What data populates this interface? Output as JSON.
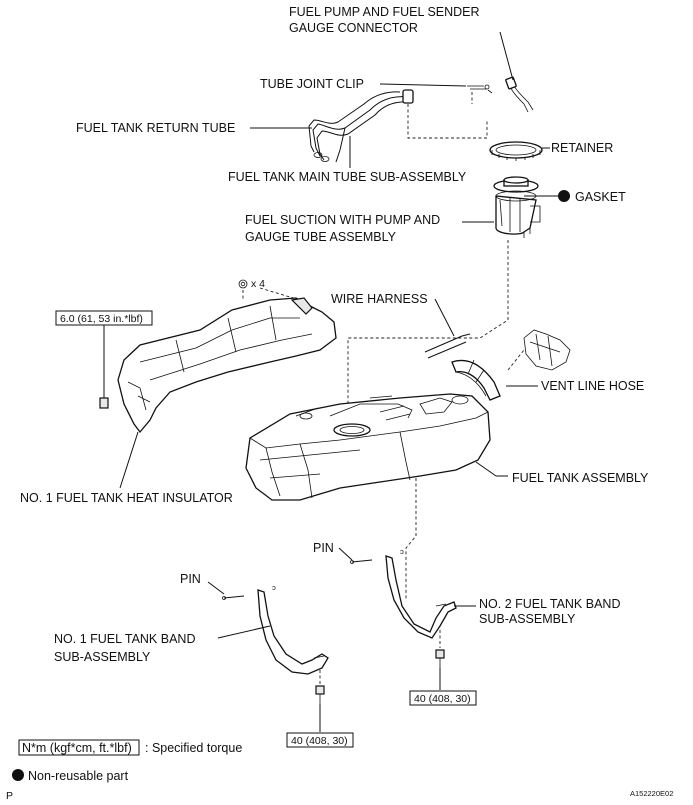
{
  "labels": {
    "fuel_pump_connector_l1": "FUEL PUMP AND FUEL SENDER",
    "fuel_pump_connector_l2": "GAUGE CONNECTOR",
    "tube_joint_clip": "TUBE JOINT CLIP",
    "fuel_tank_return_tube": "FUEL TANK RETURN TUBE",
    "retainer": "RETAINER",
    "fuel_tank_main_tube": "FUEL TANK MAIN TUBE SUB-ASSEMBLY",
    "gasket": "GASKET",
    "fuel_suction_l1": "FUEL SUCTION WITH PUMP AND",
    "fuel_suction_l2": "GAUGE TUBE ASSEMBLY",
    "bolt_count": "x 4",
    "wire_harness": "WIRE HARNESS",
    "vent_line_hose": "VENT LINE HOSE",
    "fuel_tank_assembly": "FUEL TANK ASSEMBLY",
    "heat_insulator": "NO. 1 FUEL TANK HEAT INSULATOR",
    "pin_right": "PIN",
    "pin_left": "PIN",
    "band2_l1": "NO. 2 FUEL TANK BAND",
    "band2_l2": "SUB-ASSEMBLY",
    "band1_l1": "NO. 1 FUEL TANK BAND",
    "band1_l2": "SUB-ASSEMBLY"
  },
  "torque": {
    "insulator": "6.0 (61, 53 in.*lbf)",
    "band2_bolt": "40 (408, 30)",
    "band1_bolt": "40 (408, 30)"
  },
  "legend": {
    "torque_unit": "N*m (kgf*cm, ft.*lbf)",
    "torque_desc": ": Specified torque",
    "non_reusable": "Non-reusable part"
  },
  "footer": {
    "page_letter": "P",
    "figure_id": "A152220E02"
  }
}
